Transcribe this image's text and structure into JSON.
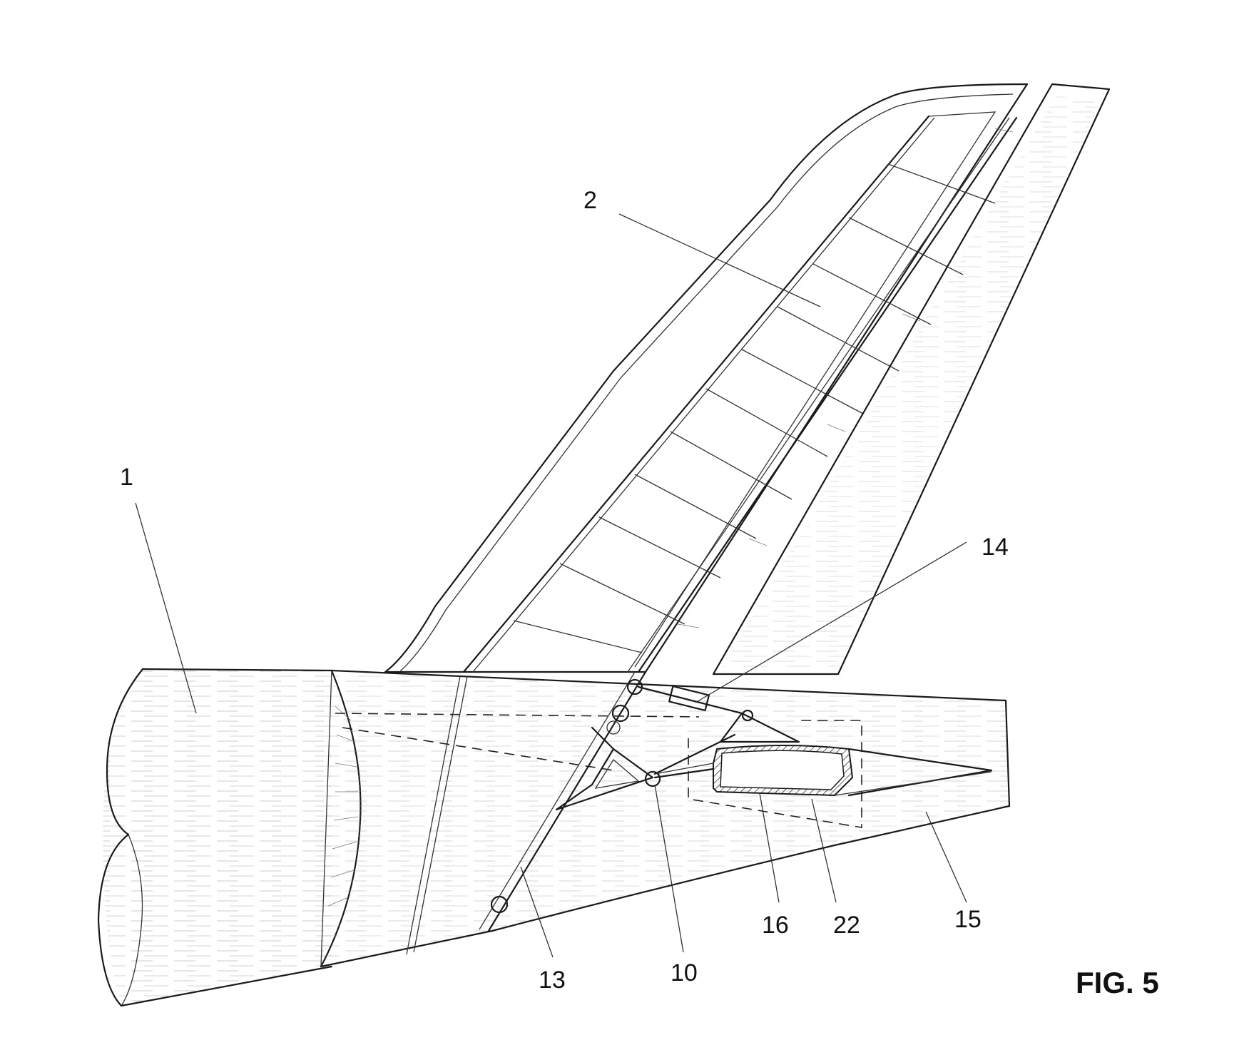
{
  "figure": {
    "caption": "FIG. 5",
    "reference_numerals": {
      "fuselage": "1",
      "vertical_stabilizer": "2",
      "numeral_14": "14",
      "numeral_13": "13",
      "numeral_10": "10",
      "numeral_16": "16",
      "numeral_22": "22",
      "numeral_15": "15"
    }
  }
}
